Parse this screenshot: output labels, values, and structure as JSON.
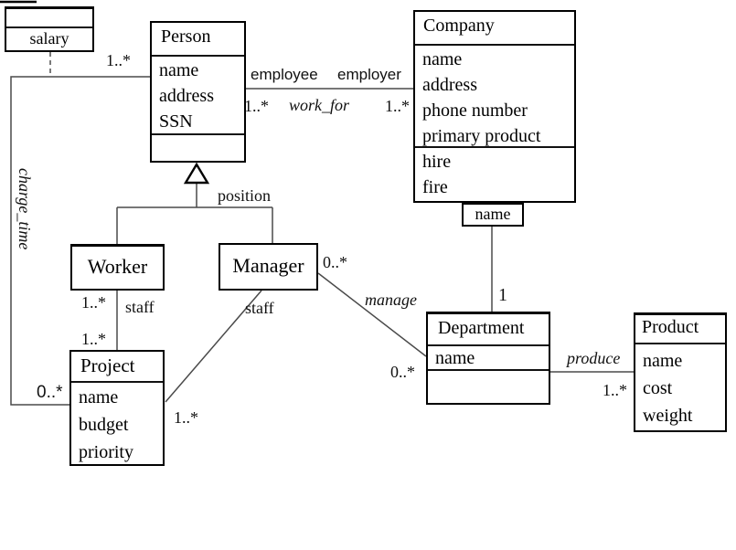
{
  "page": {
    "background": "#ffffff",
    "box_border_color": "#000000",
    "connector_color": "#4a4a4a"
  },
  "classes": {
    "salary": {
      "title": "salary"
    },
    "person": {
      "title": "Person",
      "attributes": [
        "name",
        "address",
        "SSN"
      ]
    },
    "company": {
      "title": "Company",
      "attributes": [
        "name",
        "address",
        "phone number",
        "primary product"
      ],
      "operations": [
        "hire",
        "fire"
      ]
    },
    "worker": {
      "title": "Worker"
    },
    "manager": {
      "title": "Manager"
    },
    "project": {
      "title": "Project",
      "attributes": [
        "name",
        "budget",
        "priority"
      ]
    },
    "department": {
      "title": "Department",
      "attributes": [
        "name"
      ]
    },
    "product": {
      "title": "Product",
      "attributes": [
        "name",
        "cost",
        "weight"
      ]
    }
  },
  "associations": {
    "person_company": {
      "name": "work_for",
      "role_person": "employee",
      "role_company": "employer",
      "mult_person": "1..*",
      "mult_company": "1..*"
    },
    "generalization": {
      "discriminator": "position"
    },
    "person_project": {
      "name": "charge_time",
      "mult_person": "1..*",
      "mult_project": "0..*"
    },
    "worker_project": {
      "role": "staff",
      "mult_worker": "1..*",
      "mult_project": "1..*"
    },
    "manager_project": {
      "role": "staff",
      "mult_project": "1..*"
    },
    "manager_department": {
      "name": "manage",
      "mult_manager": "0..*",
      "mult_department": "0..*"
    },
    "company_department": {
      "qualifier": "name",
      "mult_department": "1"
    },
    "department_product": {
      "name": "produce",
      "mult_product": "1..*"
    }
  }
}
